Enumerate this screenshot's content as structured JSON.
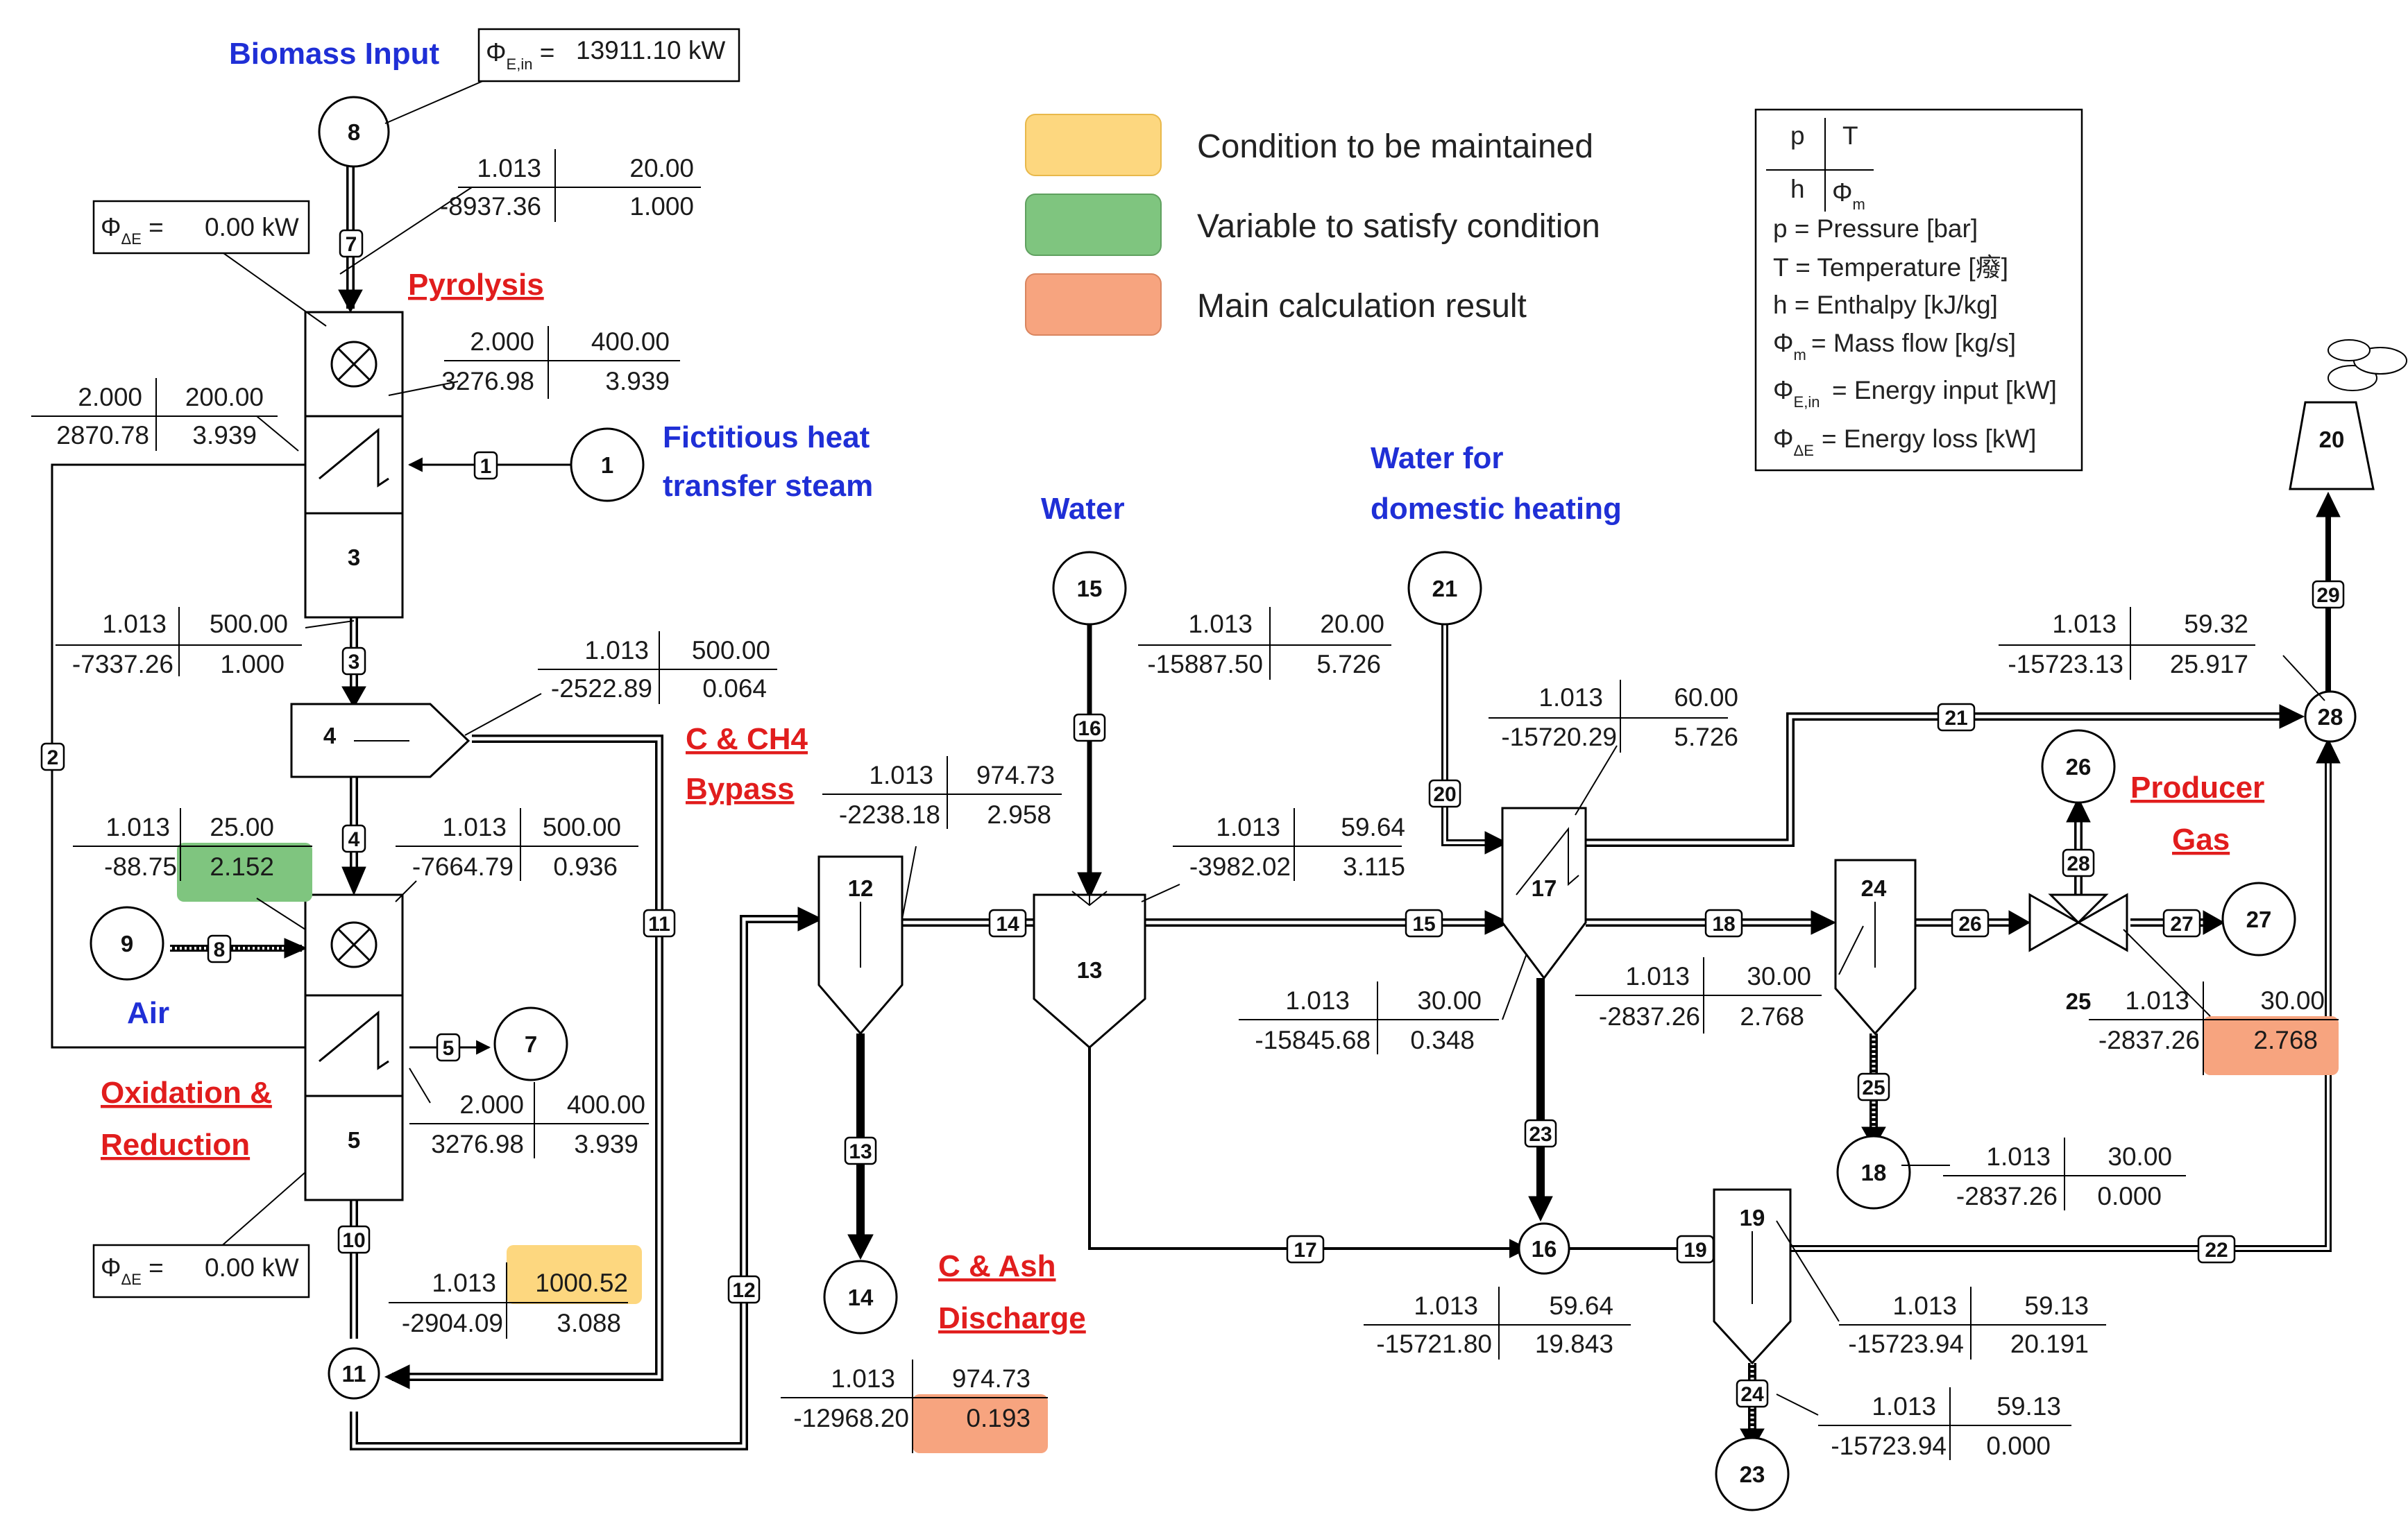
{
  "labels": {
    "biomass_input": "Biomass Input",
    "energy_input_box": "13911.10 kW",
    "energy_loss_top": "0.00 kW",
    "energy_loss_bottom": "0.00 kW",
    "pyrolysis": "Pyrolysis",
    "fictitious_1": "Fictitious heat",
    "fictitious_2": "transfer steam",
    "c_ch4_1": "C & CH4",
    "c_ch4_2": "Bypass",
    "air": "Air",
    "oxidation_1": "Oxidation &",
    "oxidation_2": "Reduction",
    "water": "Water",
    "water_heating_1": "Water for",
    "water_heating_2": "domestic heating",
    "c_ash_1": "C & Ash",
    "c_ash_2": "Discharge",
    "producer_1": "Producer",
    "producer_2": "Gas"
  },
  "legend": {
    "maintained": "Condition to be maintained",
    "variable": "Variable to satisfy condition",
    "result": "Main calculation result",
    "colors": {
      "maintained": "#fdd77f",
      "variable": "#7fc57f",
      "result": "#f7a47f"
    }
  },
  "key": {
    "p": "p",
    "T": "T",
    "h": "h",
    "phi_m": "Φ",
    "phi_m_sub": "m",
    "pressure": "p = Pressure [bar]",
    "temperature": "T = Temperature [癈]",
    "enthalpy": "h = Enthalpy [kJ/kg]",
    "mass_flow": "= Mass flow [kg/s]",
    "energy_input": "= Energy input [kW]",
    "energy_loss": "= Energy loss [kW]"
  },
  "nodes": [
    "8",
    "1",
    "7",
    "9",
    "15",
    "21",
    "14",
    "16",
    "18",
    "23",
    "26",
    "27",
    "20",
    "11"
  ],
  "units": [
    "3",
    "4",
    "5",
    "12",
    "13",
    "17",
    "24",
    "19",
    "25",
    "28"
  ],
  "pipes": [
    "7",
    "1",
    "2",
    "3",
    "4",
    "8",
    "5",
    "10",
    "11",
    "12",
    "13",
    "14",
    "15",
    "16",
    "17",
    "18",
    "19",
    "20",
    "21",
    "22",
    "23",
    "24",
    "25",
    "26",
    "27",
    "28",
    "29"
  ],
  "streams": {
    "s7": [
      "1.013",
      "20.00",
      "-8937.36",
      "1.000"
    ],
    "s3top": [
      "2.000",
      "400.00",
      "3276.98",
      "3.939"
    ],
    "s2": [
      "2.000",
      "200.00",
      "2870.78",
      "3.939"
    ],
    "s3": [
      "1.013",
      "500.00",
      "-7337.26",
      "1.000"
    ],
    "s11": [
      "1.013",
      "500.00",
      "-2522.89",
      "0.064"
    ],
    "s8": [
      "1.013",
      "25.00",
      "-88.75",
      "2.152"
    ],
    "s4": [
      "1.013",
      "500.00",
      "-7664.79",
      "0.936"
    ],
    "s5": [
      "2.000",
      "400.00",
      "3276.98",
      "3.939"
    ],
    "s10": [
      "1.013",
      "1000.52",
      "-2904.09",
      "3.088"
    ],
    "s14": [
      "1.013",
      "974.73",
      "-2238.18",
      "2.958"
    ],
    "s13": [
      "1.013",
      "974.73",
      "-12968.20",
      "0.193"
    ],
    "s16": [
      "1.013",
      "20.00",
      "-15887.50",
      "5.726"
    ],
    "s15": [
      "1.013",
      "59.64",
      "-3982.02",
      "3.115"
    ],
    "s20": [
      "1.013",
      "60.00",
      "-15720.29",
      "5.726"
    ],
    "s23": [
      "1.013",
      "30.00",
      "-15845.68",
      "0.348"
    ],
    "s18": [
      "1.013",
      "30.00",
      "-2837.26",
      "2.768"
    ],
    "s21": [
      "1.013",
      "59.32",
      "-15723.13",
      "25.917"
    ],
    "s27": [
      "1.013",
      "30.00",
      "-2837.26",
      "2.768"
    ],
    "s25": [
      "1.013",
      "30.00",
      "-2837.26",
      "0.000"
    ],
    "s19": [
      "1.013",
      "59.64",
      "-15721.80",
      "19.843"
    ],
    "s22": [
      "1.013",
      "59.13",
      "-15723.94",
      "20.191"
    ],
    "s24": [
      "1.013",
      "59.13",
      "-15723.94",
      "0.000"
    ]
  }
}
